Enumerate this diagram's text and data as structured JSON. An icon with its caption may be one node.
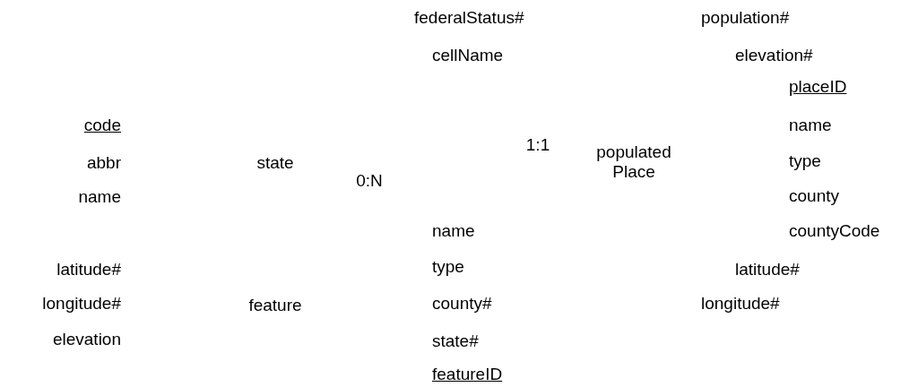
{
  "diagram": {
    "labels": [
      "code",
      "abbr",
      "name",
      "state",
      "0:N",
      "latitude#",
      "longitude#",
      "elevation",
      "feature",
      "federalStatus#",
      "cellName",
      "name",
      "type",
      "county#",
      "state#",
      "featureID",
      "1:1",
      "populated Place",
      "population#",
      "elevation#",
      "placeID",
      "name",
      "type",
      "county",
      "countyCode",
      "latitude#",
      "longitude#"
    ]
  }
}
